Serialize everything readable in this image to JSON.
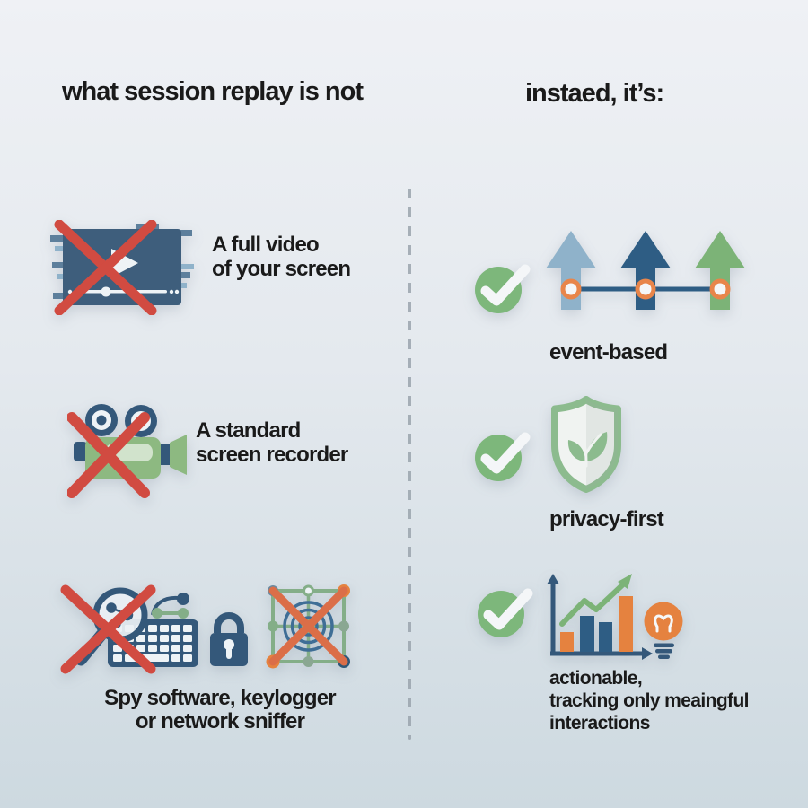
{
  "titles": {
    "left": "what session replay is not",
    "right": "instaed, it’s:"
  },
  "left_items": [
    {
      "icon": "crossed-video-player-icon",
      "label": "A full video\nof your screen"
    },
    {
      "icon": "crossed-movie-camera-icon",
      "label": "A standard\nscreen recorder"
    },
    {
      "icon": "crossed-spy-tools-icons",
      "label": "Spy software, keylogger\nor network sniffer"
    }
  ],
  "right_items": [
    {
      "icon": "check-and-up-arrows-timeline-icon",
      "label": "event-based"
    },
    {
      "icon": "check-and-shield-leaf-icon",
      "label": "privacy-first"
    },
    {
      "icon": "check-and-bar-chart-lightbulb-icon",
      "label": "actionable,\ntracking only meaingful\ninteractions"
    }
  ],
  "colors": {
    "bg_top": "#eff1f5",
    "bg_mid": "#e4e9ee",
    "bg_bottom": "#cdd9e0",
    "text": "#1a1a1a",
    "divider": "#9aa4ad",
    "x_red": "#d14b41",
    "x_orange": "#db6e48",
    "navy": "#34587a",
    "slate": "#3e5e7c",
    "steel_light": "#8fb2ca",
    "steel_mid": "#5d7f9c",
    "soft_white": "#eef3f6",
    "check_green": "#7db77b",
    "shield_green": "#8cbb8e",
    "camera_green": "#8db981",
    "arrow_dark": "#2e5d84",
    "arrow_green": "#7cb377",
    "orange": "#e5823f",
    "node_green": "#84ae88",
    "ring_blue": "#3f6e96",
    "dot_slate": "#6b8aa0",
    "dot_navy": "#2f5878",
    "dot_sage": "#8aa792",
    "ring_orange": "#e8854a"
  }
}
